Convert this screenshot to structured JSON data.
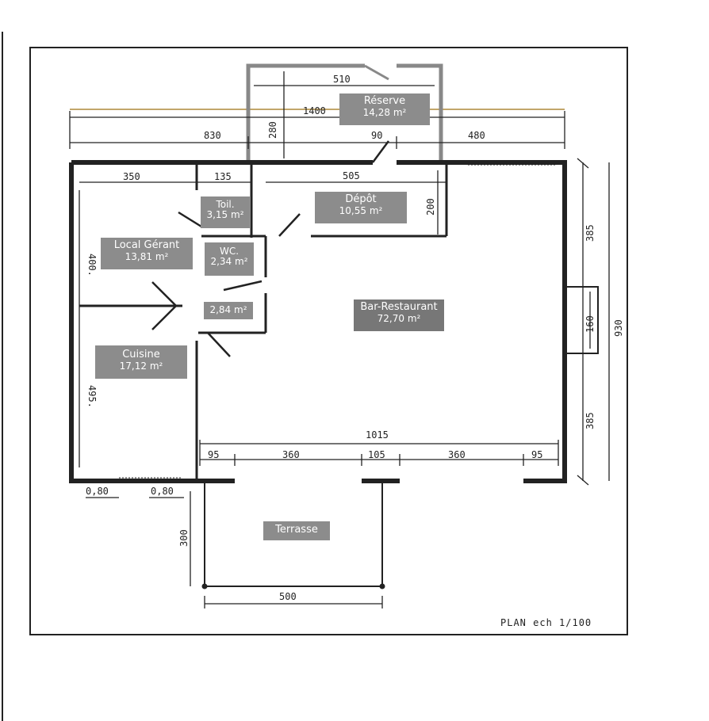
{
  "plan_caption": "PLAN ech 1/100",
  "rooms": {
    "reserve": {
      "name": "Réserve",
      "area": "14,28 m²"
    },
    "toilette": {
      "name": "Toil.",
      "area": "3,15 m²"
    },
    "depot": {
      "name": "Dépôt",
      "area": "10,55 m²"
    },
    "local": {
      "name": "Local Gérant",
      "area": "13,81 m²"
    },
    "wc": {
      "name": "WC.",
      "area": "2,34 m²"
    },
    "couloir": {
      "area": "2,84 m²"
    },
    "bar": {
      "name": "Bar-Restaurant",
      "area": "72,70 m²"
    },
    "cuisine": {
      "name": "Cuisine",
      "area": "17,12 m²"
    },
    "terrasse": {
      "name": "Terrasse"
    }
  },
  "dimensions": {
    "d510": "510",
    "d1400": "1400",
    "d280": "280",
    "d830": "830",
    "d90": "90",
    "d480": "480",
    "d350": "350",
    "d135": "135",
    "d505": "505",
    "d200": "200",
    "d400": "400.",
    "d495": "495.",
    "d385a": "385",
    "d930": "930",
    "d160": "160",
    "d385b": "385",
    "d1015": "1015",
    "d95a": "95",
    "d360a": "360",
    "d105": "105",
    "d360b": "360",
    "d95b": "95",
    "d080a": "0,80",
    "d080b": "0,80",
    "d300": "300",
    "d500": "500"
  }
}
